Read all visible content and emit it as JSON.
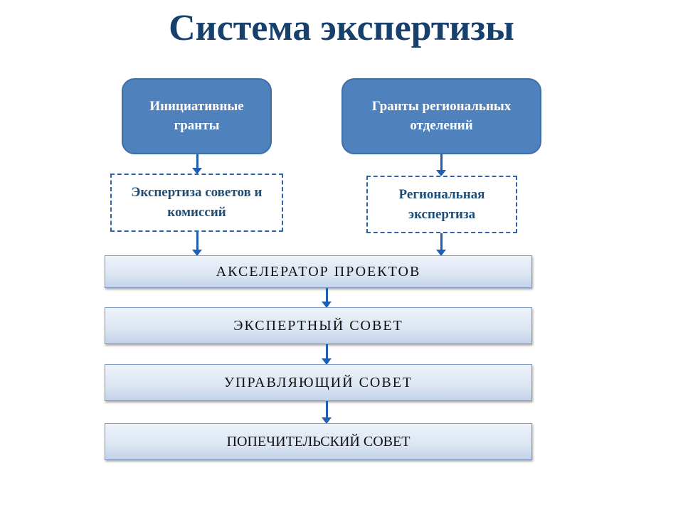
{
  "title": "Система экспертизы",
  "top_boxes": [
    {
      "label": "Инициативные гранты"
    },
    {
      "label": "Гранты региональных отделений"
    }
  ],
  "expertise_boxes": [
    {
      "label": "Экспертиза советов и комиссий"
    },
    {
      "label": "Региональная экспертиза"
    }
  ],
  "levels": [
    {
      "label": "АКСЕЛЕРАТОР ПРОЕКТОВ"
    },
    {
      "label": "ЭКСПЕРТНЫЙ СОВЕТ"
    },
    {
      "label": "УПРАВЛЯЮЩИЙ СОВЕТ"
    },
    {
      "label": "ПОПЕЧИТЕЛЬСКИЙ СОВЕТ"
    }
  ],
  "colors": {
    "title": "#17406d",
    "box_fill": "#4f81bd",
    "arrow": "#1f5fb4"
  }
}
